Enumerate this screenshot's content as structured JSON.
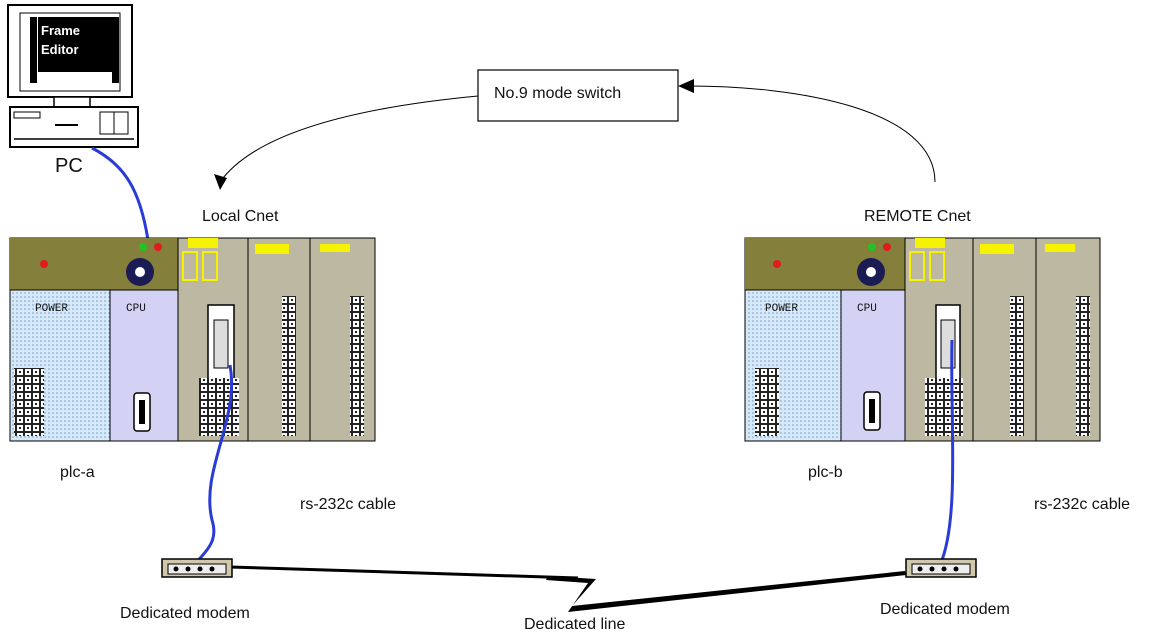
{
  "pc": {
    "screen_text": [
      "Frame",
      "Editor"
    ],
    "label": "PC"
  },
  "switch_box": {
    "label": "No.9 mode switch"
  },
  "local": {
    "title": "Local Cnet",
    "plc_label": "plc-a",
    "cable_label": "rs-232c cable",
    "modem_label": "Dedicated modem"
  },
  "remote": {
    "title": "REMOTE Cnet",
    "plc_label": "plc-b",
    "cable_label": "rs-232c cable",
    "modem_label": "Dedicated modem"
  },
  "line_label": "Dedicated line",
  "plc_module_text": {
    "power": "POWER",
    "cpu": "CPU"
  },
  "colors": {
    "cable": "#2a3bd6",
    "rack_top": "#857f3c",
    "power_module": "#cfe4f7",
    "cpu_module": "#d4d2f4",
    "io_module": "#bdb8a2",
    "highlight": "#f7f200",
    "led_red": "#e01c1c",
    "led_green": "#22c422"
  }
}
